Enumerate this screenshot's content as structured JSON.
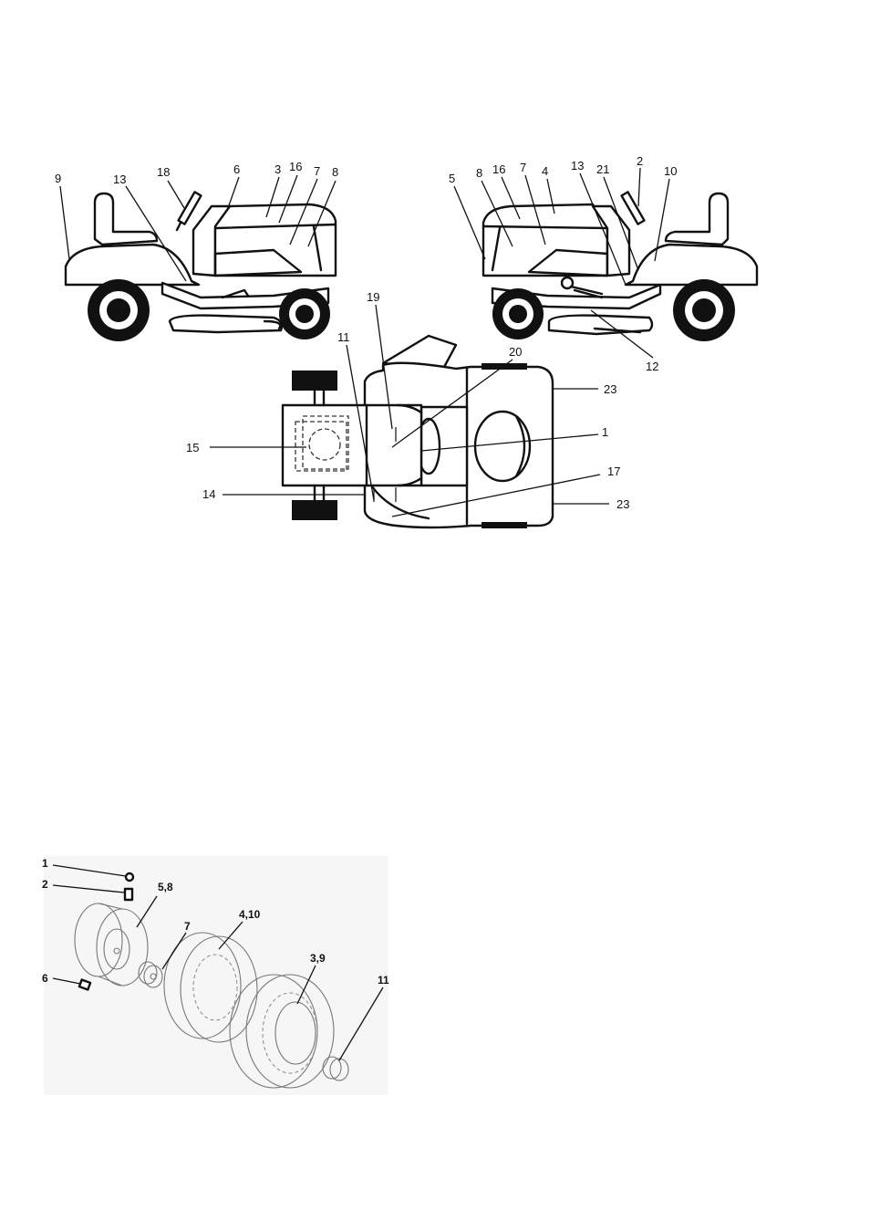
{
  "decal_labels": {
    "left_view": [
      "9",
      "13",
      "18",
      "6",
      "3",
      "16",
      "7",
      "8"
    ],
    "right_view": [
      "5",
      "8",
      "16",
      "7",
      "4",
      "13",
      "21",
      "2",
      "10",
      "12"
    ],
    "top_view": [
      "19",
      "11",
      "20",
      "23",
      "1",
      "15",
      "17",
      "14",
      "23"
    ]
  },
  "wheel_labels": [
    "1",
    "2",
    "5,8",
    "7",
    "4,10",
    "3,9",
    "6",
    "11"
  ]
}
